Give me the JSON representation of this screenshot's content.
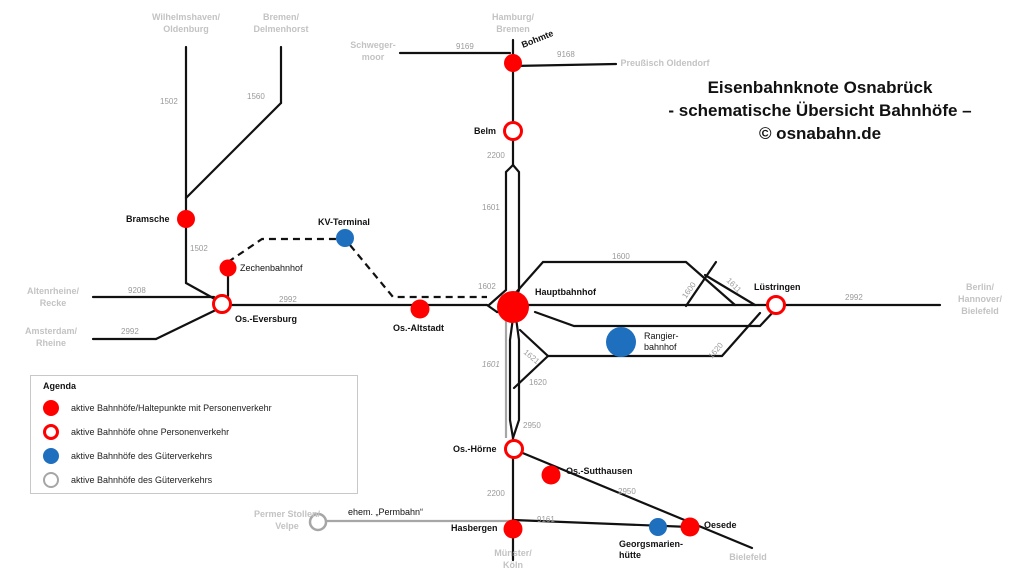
{
  "title": {
    "line1": "Eisenbahnknote Osnabrück",
    "line2": "- schematische Übersicht Bahnhöfe –",
    "line3": "© osnabahn.de"
  },
  "colors": {
    "track": "#111111",
    "active_passenger": "#ff0000",
    "active_no_passenger": "#ff0000",
    "freight": "#1f6fbf",
    "inactive": "#a6a6a6",
    "destination_text": "#c3c3c3",
    "line_number_text": "#9a9a9a"
  },
  "stations": {
    "bohmte": "Bohmte",
    "belm": "Belm",
    "bramsche": "Bramsche",
    "kv_terminal": "KV-Terminal",
    "zechenbahnhof": "Zechenbahnhof",
    "eversburg": "Os.-Eversburg",
    "altstadt": "Os.-Altstadt",
    "hauptbahnhof": "Hauptbahnhof",
    "luestringen": "Lüstringen",
    "rangierbahnhof": "Rangier-\nbahnhof",
    "hoerne": "Os.-Hörne",
    "sutthausen": "Os.-Sutthausen",
    "hasbergen": "Hasbergen",
    "georgsmarienhuette": "Georgsmarien-\nhütte",
    "oesede": "Oesede",
    "permbahn": "ehem. „Permbahn“"
  },
  "destinations": {
    "wilhelmshaven": "Wilhelmshaven/\nOldenburg",
    "bremen_delmenhorst": "Bremen/\nDelmenhorst",
    "hamburg": "Hamburg/\nBremen",
    "schwegermoor": "Schweger-\nmoor",
    "preussisch_oldendorf": "Preußisch Oldendorf",
    "altenrheine": "Altenrheine/\nRecke",
    "amsterdam": "Amsterdam/\nRheine",
    "berlin": "Berlin/\nHannover/\nBielefeld",
    "perm_stollen": "Permer Stollen/\nVelpe",
    "muenster": "Münster/\nKöln",
    "bielefeld": "Bielefeld"
  },
  "line_numbers": {
    "n9169": "9169",
    "n9168": "9168",
    "n1502a": "1502",
    "n1560": "1560",
    "n2200a": "2200",
    "n1601a": "1601",
    "n1502b": "1502",
    "n9208": "9208",
    "n2992a": "2992",
    "n2992b": "2992",
    "n1602": "1602",
    "n1600a": "1600",
    "n1600b": "1600",
    "n1611": "1611",
    "n2992c": "2992",
    "n1601b": "1601",
    "n1621": "1621",
    "n1620a": "1620",
    "n1620b": "1620",
    "n2950a": "2950",
    "n2950b": "2950",
    "n2200b": "2200",
    "n9161": "9161"
  },
  "legend": {
    "title": "Agenda",
    "items": [
      {
        "label": "aktive Bahnhöfe/Haltepunkte mit Personenverkehr",
        "style": "filled",
        "color": "#ff0000"
      },
      {
        "label": "aktive Bahnhöfe ohne Personenverkehr",
        "style": "ring",
        "color": "#ff0000"
      },
      {
        "label": "aktive Bahnhöfe des Güterverkehrs",
        "style": "filled",
        "color": "#1f6fbf"
      },
      {
        "label": "aktive Bahnhöfe des Güterverkehrs",
        "style": "ring",
        "color": "#a6a6a6"
      }
    ]
  }
}
